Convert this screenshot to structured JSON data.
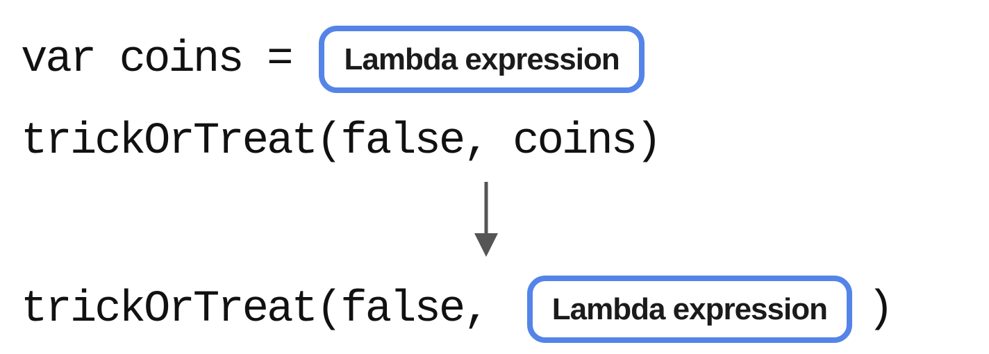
{
  "colors": {
    "accent": "#5484e8",
    "arrow": "#555555",
    "code": "#111111",
    "label": "#1b1b1b",
    "background": "#ffffff"
  },
  "content": {
    "line1": {
      "code": "var coins =",
      "box_label": "Lambda expression"
    },
    "line2": {
      "code": "trickOrTreat(false, coins)"
    },
    "arrow_icon": "down-arrow",
    "line3": {
      "code_prefix": "trickOrTreat(false,",
      "box_label": "Lambda expression",
      "code_suffix": ")"
    }
  }
}
